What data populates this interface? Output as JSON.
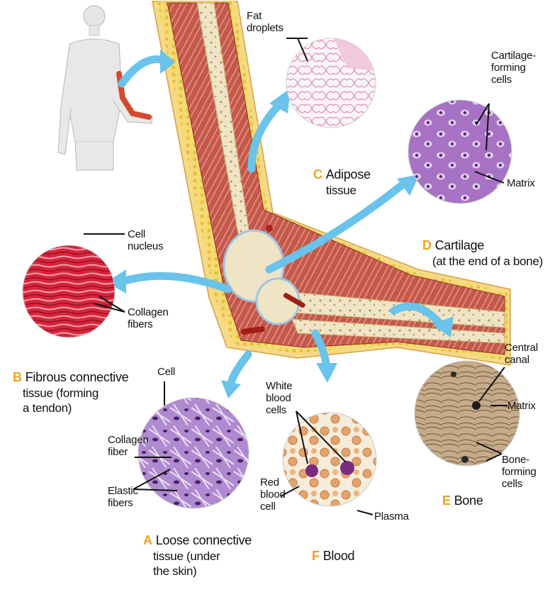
{
  "letter_color": "#f0a01e",
  "arrow_color": "#69c3ea",
  "panels": {
    "adipose": {
      "letter": "C",
      "title": "Adipose",
      "subtitle": "tissue",
      "labels": {
        "fat_droplets": "Fat\ndroplets"
      }
    },
    "cartilage": {
      "letter": "D",
      "title": "Cartilage",
      "subtitle": "(at the end of a bone)",
      "labels": {
        "cartilage_forming_cells": "Cartilage-\nforming\ncells",
        "matrix": "Matrix"
      }
    },
    "fibrous": {
      "letter": "B",
      "title": "Fibrous connective",
      "subtitle": "tissue (forming\na tendon)",
      "labels": {
        "cell_nucleus": "Cell\nnucleus",
        "collagen_fibers": "Collagen\nfibers"
      }
    },
    "loose": {
      "letter": "A",
      "title": "Loose connective",
      "subtitle": "tissue (under\nthe skin)",
      "labels": {
        "cell": "Cell",
        "collagen_fiber": "Collagen\nfiber",
        "elastic_fibers": "Elastic\nfibers"
      }
    },
    "blood": {
      "letter": "F",
      "title": "Blood",
      "labels": {
        "white_blood_cells": "White\nblood\ncells",
        "red_blood_cell": "Red\nblood\ncell",
        "plasma": "Plasma"
      }
    },
    "bone": {
      "letter": "E",
      "title": "Bone",
      "labels": {
        "central_canal": "Central\ncanal",
        "matrix": "Matrix",
        "bone_forming_cells": "Bone-\nforming\ncells"
      }
    }
  }
}
